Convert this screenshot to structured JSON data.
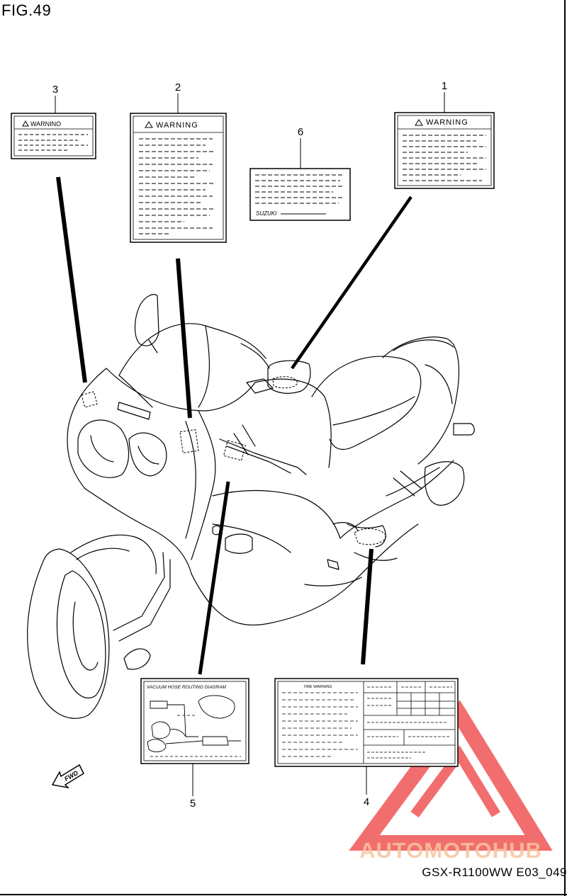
{
  "figure": {
    "title": "FIG.49",
    "model_code": "GSX-R1100WW  E03_049"
  },
  "watermark": {
    "brand": "AUTOMOTOHUB",
    "color_triangle": "#f04a4a",
    "color_text": "#f7c49e"
  },
  "callouts": [
    "1",
    "2",
    "3",
    "4",
    "5",
    "6"
  ],
  "labels": {
    "warning": "WARNING",
    "warning_3": "WARNINO",
    "brand_6": "SUZUKI",
    "vacuum_title": "VACUUM HOSE ROUTING DIAGRAM",
    "tire_title": "TIRE WARNING"
  },
  "direction": {
    "fwd": "FWD"
  }
}
